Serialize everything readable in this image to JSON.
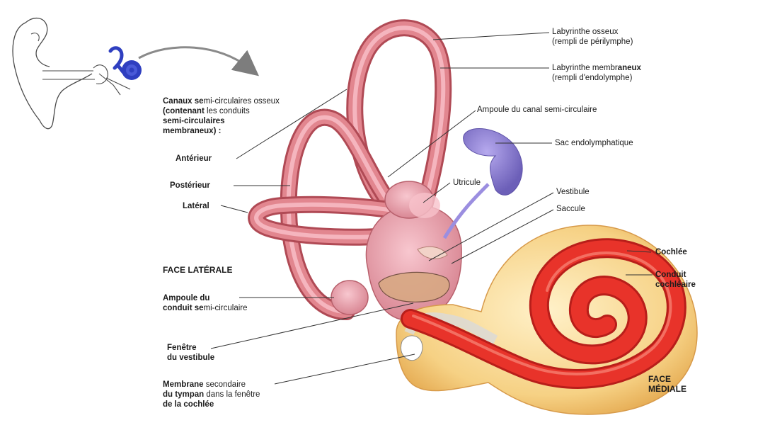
{
  "labels": {
    "bony_labyrinth": {
      "line1": "Labyrinthe osseux",
      "line2": "(rempli de périlymphe)"
    },
    "membranous_labyrinth": {
      "line1_a": "Labyrinthe membr",
      "line1_b": "aneux",
      "line2": "(rempli d'endolymphe)"
    },
    "ampulla_canal": "Ampoule du canal semi-circulaire",
    "endolymphatic_sac": "Sac endolymphatique",
    "utricle": "Utricule",
    "vestibule": "Vestibule",
    "saccule": "Saccule",
    "cochlea": "Cochlée",
    "cochlear_duct": {
      "line1": "Conduit",
      "line2": "cochléaire"
    },
    "medial_face": {
      "line1": "FACE",
      "line2": "MÉDIALE"
    },
    "canals": {
      "line1_bold": "Canaux se",
      "line1_rest": "mi-circulaires osseux",
      "line2_bold": "(contenant",
      "line2_rest": " les conduits",
      "line3": "semi-circulaires",
      "line4": "membraneux) :"
    },
    "anterior": "Antérieur",
    "posterior": "Postérieur",
    "lateral": "Latéral",
    "lateral_face": "FACE LATÉRALE",
    "ampulla_duct": {
      "line1": "Ampoule du",
      "line2_bold": "conduit se",
      "line2_rest": "mi-circulaire"
    },
    "oval_window": {
      "line1": "Fenêtre",
      "line2": "du vestibule"
    },
    "round_window_membrane": {
      "line1_bold": "Membrane",
      "line1_rest": " secondaire",
      "line2_bold": "du tympan",
      "line2_rest": " dans la fenêtre",
      "line3": "de la cochlée"
    }
  },
  "colors": {
    "bone_canal": "#d9747a",
    "bone_canal_dark": "#b04a55",
    "membrane_pink": "#f3b4bf",
    "sac_purple": "#8d7fd0",
    "cochlea_red": "#e8332a",
    "cochlea_red_dark": "#b81e1a",
    "cochlea_bony": "#f7d88e",
    "ear_blue": "#2f3fc0",
    "leader": "#333333"
  }
}
